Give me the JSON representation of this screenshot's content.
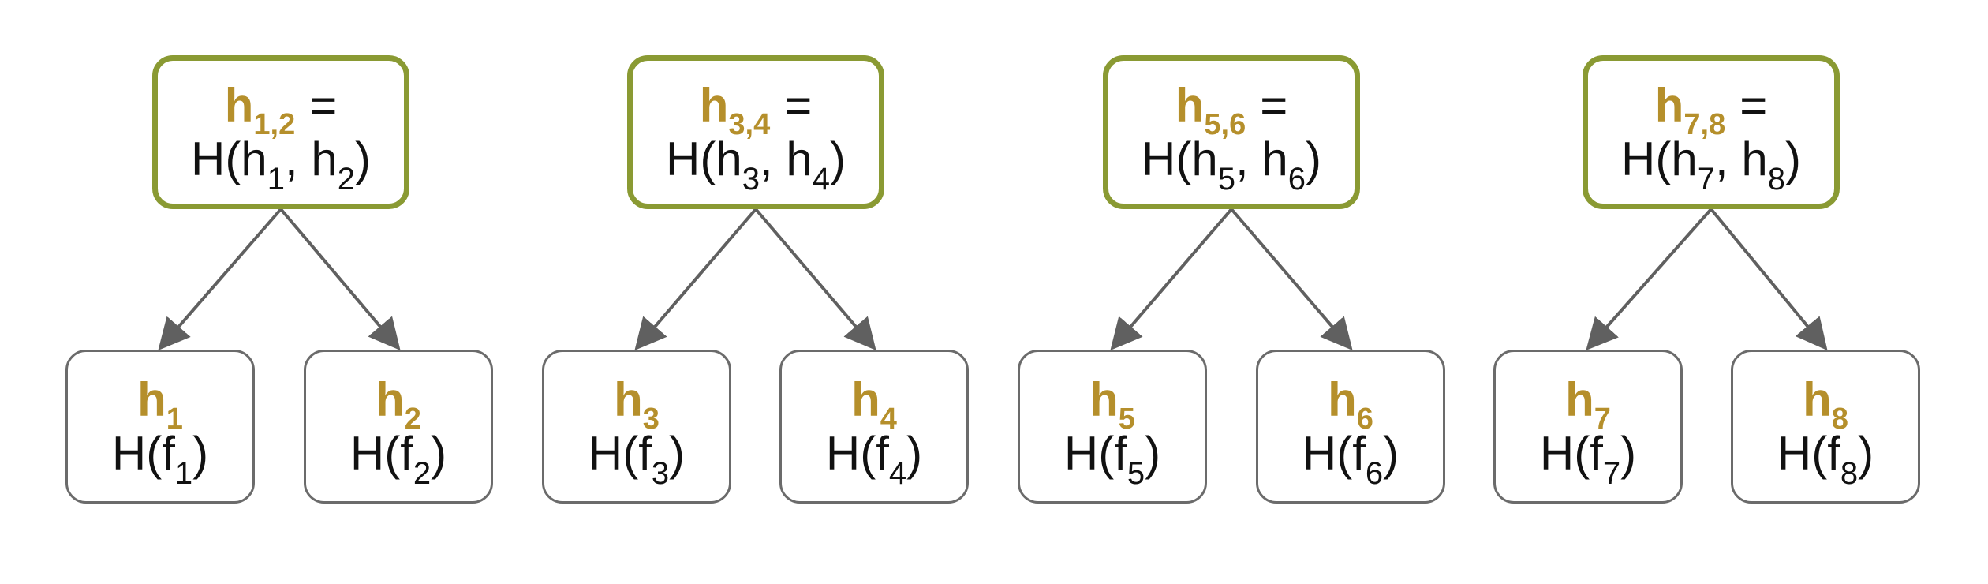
{
  "colors": {
    "accent": "#b58f2b",
    "parent_border": "#8a9a33",
    "leaf_border": "#6b6b6b",
    "arrow": "#606060",
    "text": "#111111"
  },
  "trees": [
    {
      "parent": {
        "h": "h",
        "sub": "1,2",
        "eq": "=",
        "expr_pre": "H(h",
        "sub_a": "1",
        "mid": ", h",
        "sub_b": "2",
        "end": ")"
      },
      "leaves": [
        {
          "h": "h",
          "sub": "1",
          "pre": "H(f",
          "fsub": "1",
          "end": ")"
        },
        {
          "h": "h",
          "sub": "2",
          "pre": "H(f",
          "fsub": "2",
          "end": ")"
        }
      ]
    },
    {
      "parent": {
        "h": "h",
        "sub": "3,4",
        "eq": "=",
        "expr_pre": "H(h",
        "sub_a": "3",
        "mid": ", h",
        "sub_b": "4",
        "end": ")"
      },
      "leaves": [
        {
          "h": "h",
          "sub": "3",
          "pre": "H(f",
          "fsub": "3",
          "end": ")"
        },
        {
          "h": "h",
          "sub": "4",
          "pre": "H(f",
          "fsub": "4",
          "end": ")"
        }
      ]
    },
    {
      "parent": {
        "h": "h",
        "sub": "5,6",
        "eq": "=",
        "expr_pre": "H(h",
        "sub_a": "5",
        "mid": ", h",
        "sub_b": "6",
        "end": ")"
      },
      "leaves": [
        {
          "h": "h",
          "sub": "5",
          "pre": "H(f",
          "fsub": "5",
          "end": ")"
        },
        {
          "h": "h",
          "sub": "6",
          "pre": "H(f",
          "fsub": "6",
          "end": ")"
        }
      ]
    },
    {
      "parent": {
        "h": "h",
        "sub": "7,8",
        "eq": "=",
        "expr_pre": "H(h",
        "sub_a": "7",
        "mid": ", h",
        "sub_b": "8",
        "end": ")"
      },
      "leaves": [
        {
          "h": "h",
          "sub": "7",
          "pre": "H(f",
          "fsub": "7",
          "end": ")"
        },
        {
          "h": "h",
          "sub": "8",
          "pre": "H(f",
          "fsub": "8",
          "end": ")"
        }
      ]
    }
  ]
}
